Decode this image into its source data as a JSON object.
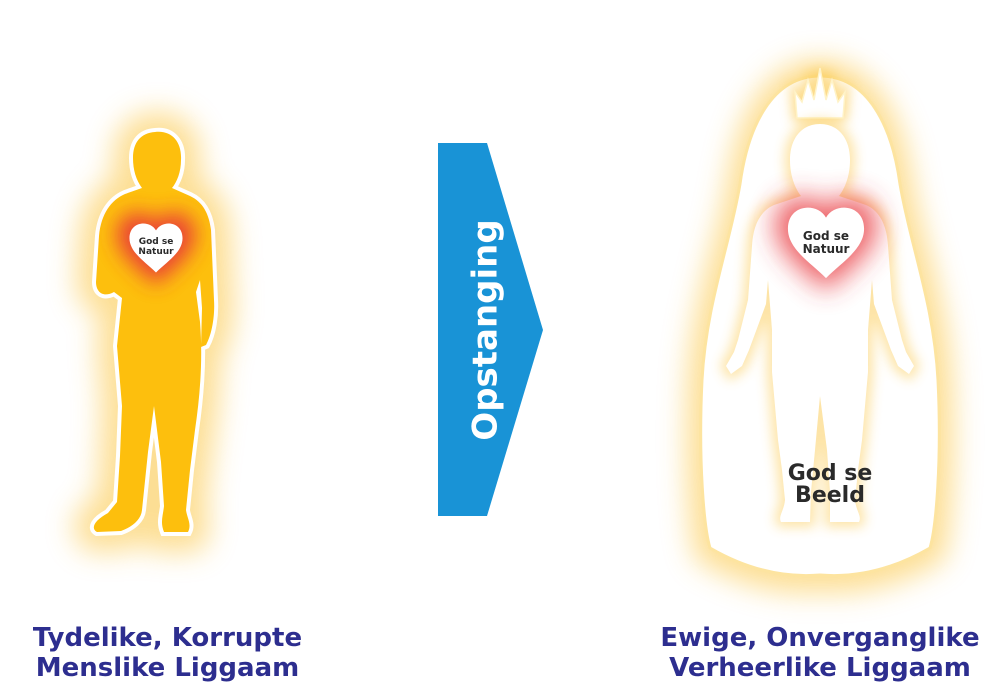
{
  "colors": {
    "glow": "#fbc43c",
    "left_figure": "#fdbf0d",
    "arrow": "#1993d6",
    "caption_text": "#2d2e8f",
    "heart_glow": "#e8343a"
  },
  "left": {
    "heart_line1": "God se",
    "heart_line2": "Natuur",
    "caption_line1": "Tydelike, Korrupte",
    "caption_line2": "Menslike Liggaam"
  },
  "arrow": {
    "label": "Opstanging"
  },
  "right": {
    "heart_line1": "God se",
    "heart_line2": "Natuur",
    "image_line1": "God se",
    "image_line2": "Beeld",
    "caption_line1": "Ewige, Onverganglike",
    "caption_line2": "Verheerlike Liggaam"
  }
}
